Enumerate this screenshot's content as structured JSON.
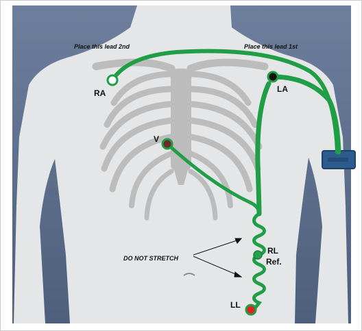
{
  "diagram": {
    "notes": {
      "lead_2nd": "Place this lead 2nd",
      "lead_1st": "Place this lead 1st",
      "do_not_stretch": "DO NOT STRETCH"
    },
    "electrodes": {
      "ra": {
        "label": "RA",
        "color": "#ffffff"
      },
      "la": {
        "label": "LA",
        "color": "#111111"
      },
      "v": {
        "label": "V",
        "color": "#6b2b2b"
      },
      "rl": {
        "label": "RL",
        "sub": "Ref.",
        "color": "#22a24a"
      },
      "ll": {
        "label": "LL",
        "color": "#e32222"
      }
    },
    "colors": {
      "lead_wire": "#1f9e46",
      "background": "#5d6f8e",
      "body": "#e4e6e8",
      "ribs": "#bfbfbf",
      "device": "#2c5b8e"
    },
    "icons": {
      "device": "ecg-recorder-device-icon"
    }
  }
}
